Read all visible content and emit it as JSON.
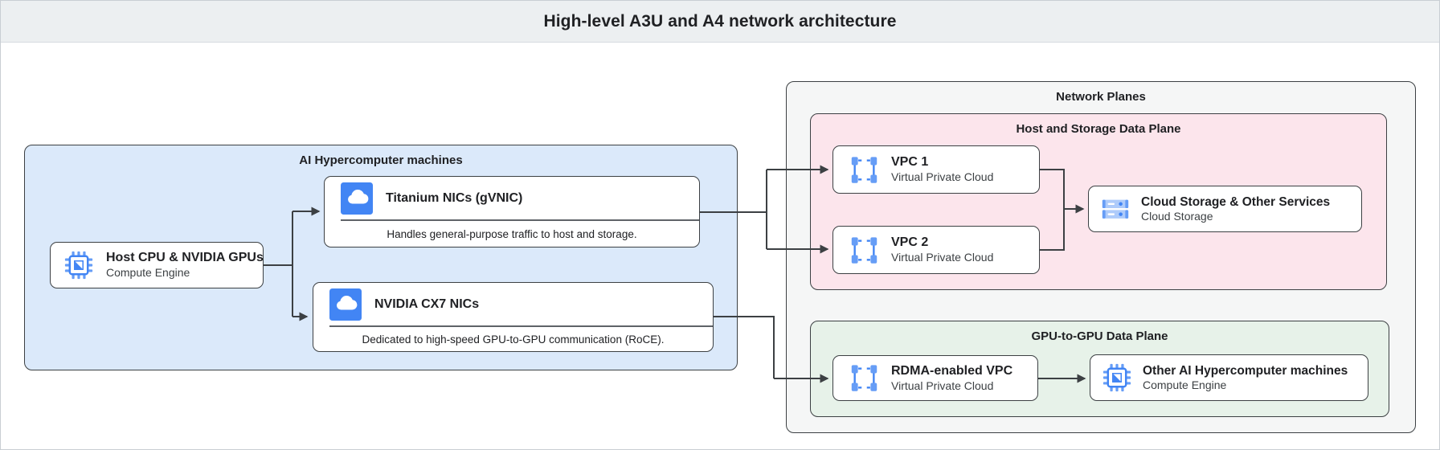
{
  "header": {
    "title": "High-level A3U and A4 network architecture"
  },
  "containers": {
    "ai_machines": {
      "label": "AI Hypercomputer machines"
    },
    "network_planes": {
      "label": "Network Planes"
    },
    "host_storage_plane": {
      "label": "Host and Storage Data Plane"
    },
    "gpu_plane": {
      "label": "GPU-to-GPU Data Plane"
    }
  },
  "nodes": {
    "host_cpu": {
      "title": "Host CPU & NVIDIA GPUs",
      "subtitle": "Compute Engine",
      "icon": "compute-engine-icon"
    },
    "titanium_nic": {
      "title": "Titanium NICs (gVNIC)",
      "description": "Handles general-purpose traffic to host and storage.",
      "icon": "cloud-icon"
    },
    "cx7_nic": {
      "title": "NVIDIA CX7 NICs",
      "description": "Dedicated to high-speed GPU-to-GPU communication (RoCE).",
      "icon": "cloud-icon"
    },
    "vpc1": {
      "title": "VPC 1",
      "subtitle": "Virtual Private Cloud",
      "icon": "vpc-icon"
    },
    "vpc2": {
      "title": "VPC 2",
      "subtitle": "Virtual Private Cloud",
      "icon": "vpc-icon"
    },
    "cloud_storage": {
      "title": "Cloud Storage & Other Services",
      "subtitle": "Cloud Storage",
      "icon": "cloud-storage-icon"
    },
    "rdma_vpc": {
      "title": "RDMA-enabled VPC",
      "subtitle": "Virtual Private Cloud",
      "icon": "vpc-icon"
    },
    "other_machines": {
      "title": "Other AI Hypercomputer machines",
      "subtitle": "Compute Engine",
      "icon": "compute-engine-icon"
    }
  },
  "colors": {
    "header_bg": "#eceff1",
    "blue_container": "#dbe9fa",
    "pink_container": "#fce5ec",
    "green_container": "#e7f2e9",
    "gray_container": "#f5f6f6",
    "node_border": "#3c4043",
    "wire": "#3c4043",
    "accent_blue": "#4285f4",
    "mid_blue": "#669df6",
    "pale_blue": "#aecbfa",
    "title_text": "#202124",
    "subtitle_text": "#3c4043"
  }
}
